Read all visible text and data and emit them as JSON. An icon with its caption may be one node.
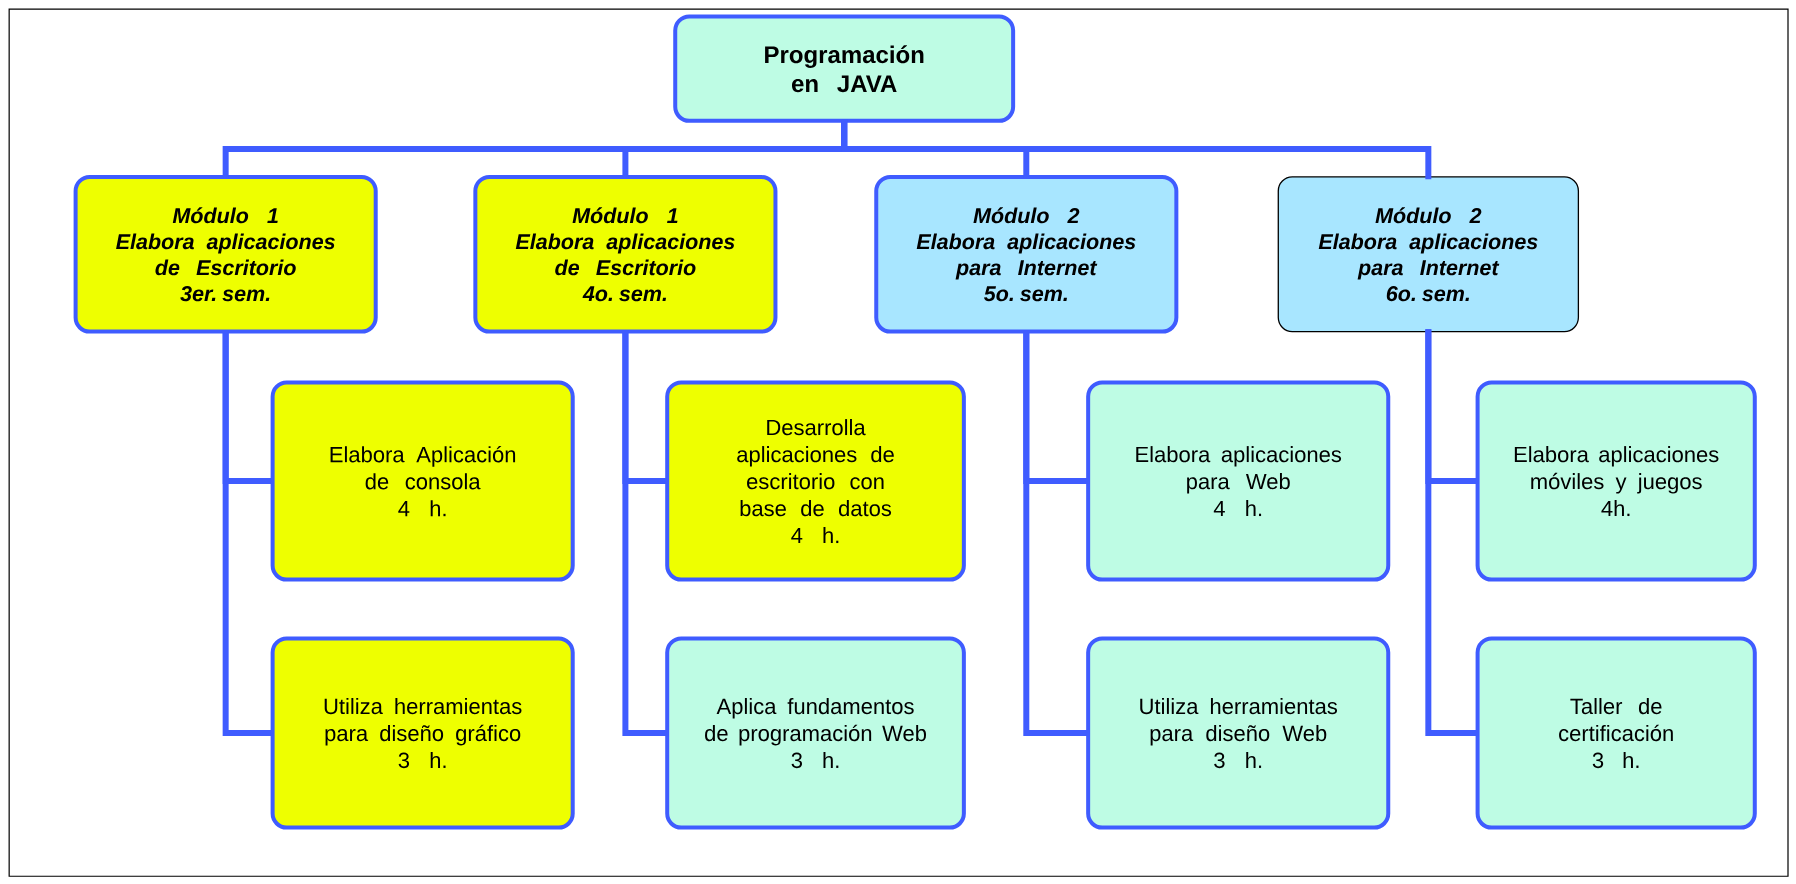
{
  "diagram": {
    "nodes": [
      {
        "text": [
          "Programación en JAVA"
        ]
      },
      {
        "text": [
          "Módulo 1",
          "Elabora aplicaciones de Escritorio",
          "3er. sem."
        ]
      },
      {
        "text": [
          "Módulo 1",
          "Elabora aplicaciones de Escritorio",
          "4o. sem."
        ]
      },
      {
        "text": [
          "Módulo 2",
          "Elabora aplicaciones para Internet",
          "5o. sem."
        ]
      },
      {
        "text": [
          "Módulo 2",
          "Elabora aplicaciones para Internet",
          "6o. sem."
        ]
      },
      {
        "text": [
          "Elabora Aplicación de consola",
          "4 h."
        ]
      },
      {
        "text": [
          "Utiliza herramientas para diseño gráfico",
          "3 h."
        ]
      },
      {
        "text": [
          "Desarrolla aplicaciones de escritorio con base de datos",
          "4 h."
        ]
      },
      {
        "text": [
          "Aplica fundamentos de programación Web",
          "3 h."
        ]
      },
      {
        "text": [
          "Elabora aplicaciones para Web",
          "4 h."
        ]
      },
      {
        "text": [
          "Utiliza herramientas para diseño Web",
          "3 h."
        ]
      },
      {
        "text": [
          "Elabora aplicaciones móviles y juegos",
          "4h."
        ]
      },
      {
        "text": [
          "Taller de certificación",
          "3 h."
        ]
      }
    ],
    "edges": [
      {
        "from": 0,
        "to": 1,
        "arrow": "none"
      },
      {
        "from": 0,
        "to": 2,
        "arrow": "none"
      },
      {
        "from": 0,
        "to": 3,
        "arrow": "none"
      },
      {
        "from": 0,
        "to": 4,
        "arrow": "none"
      },
      {
        "from": 1,
        "to": 5,
        "arrow": "none"
      },
      {
        "from": 1,
        "to": 6,
        "arrow": "none"
      },
      {
        "from": 2,
        "to": 7,
        "arrow": "none"
      },
      {
        "from": 2,
        "to": 8,
        "arrow": "none"
      },
      {
        "from": 3,
        "to": 9,
        "arrow": "none"
      },
      {
        "from": 3,
        "to": 10,
        "arrow": "none"
      },
      {
        "from": 4,
        "to": 11,
        "arrow": "none"
      },
      {
        "from": 4,
        "to": 12,
        "arrow": "none"
      }
    ]
  }
}
